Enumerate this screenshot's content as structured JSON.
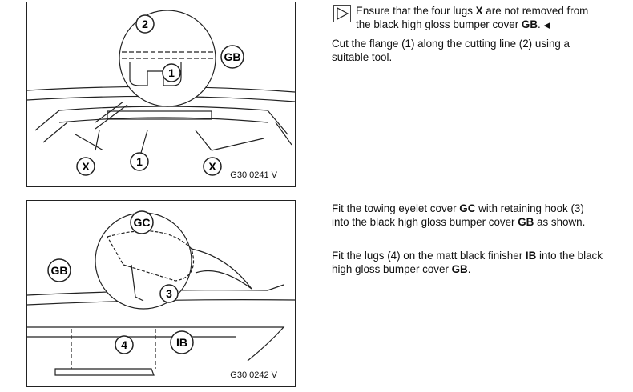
{
  "figure1": {
    "code": "G30 0241 V",
    "callouts": {
      "c2": "2",
      "c1a": "1",
      "gb": "GB",
      "x1": "X",
      "c1b": "1",
      "x2": "X"
    }
  },
  "figure2": {
    "code": "G30 0242 V",
    "callouts": {
      "gc": "GC",
      "gb": "GB",
      "c3": "3",
      "c4": "4",
      "ib": "IB"
    }
  },
  "note": {
    "icon": "triangle-play-icon",
    "p1": "Ensure that the four lugs ",
    "b1": "X",
    "p2": " are not removed from the black high gloss bumper cover ",
    "b2": "GB",
    "p3": ". ",
    "end": "◀"
  },
  "step1": {
    "text": "Cut the flange (1) along the cutting line (2) using a suitable tool."
  },
  "step2": {
    "p1": "Fit the towing eyelet cover ",
    "b1": "GC",
    "p2": " with retaining hook (3) into the black high gloss bumper cover ",
    "b2": "GB",
    "p3": " as shown."
  },
  "step3": {
    "p1": "Fit the lugs (4) on the matt black finisher ",
    "b1": "IB",
    "p2": " into the black high gloss bumper cover ",
    "b2": "GB",
    "p3": "."
  }
}
